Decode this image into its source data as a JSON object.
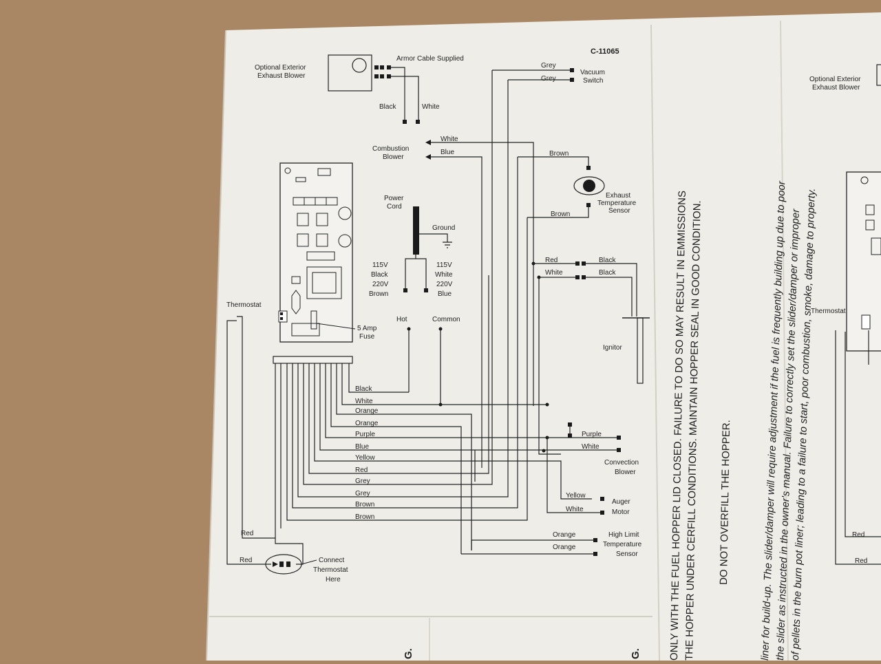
{
  "diagram": {
    "doc_code": "C-11065",
    "components": {
      "exhaust_blower": "Optional Exterior Exhaust Blower",
      "armor_cable": "Armor Cable Supplied",
      "vacuum_switch": "Vacuum Switch",
      "combustion_blower": "Combustion Blower",
      "exhaust_sensor": "Exhaust Temperature Sensor",
      "power_cord": "Power Cord",
      "ground": "Ground",
      "power_left": "115V Black 220V Brown",
      "power_right": "115V White 220V Blue",
      "hot": "Hot",
      "common": "Common",
      "thermostat": "Thermostat",
      "fuse": "5 Amp Fuse",
      "ignitor": "Ignitor",
      "convection_blower": "Convection Blower",
      "auger_motor": "Auger Motor",
      "high_limit": "High Limit Temperature Sensor",
      "connect_thermostat": "Connect Thermostat Here"
    },
    "wire_labels": {
      "black": "Black",
      "white": "White",
      "grey": "Grey",
      "blue": "Blue",
      "brown": "Brown",
      "red": "Red",
      "orange": "Orange",
      "purple": "Purple",
      "yellow": "Yellow"
    },
    "harness_wires": [
      "Black",
      "White",
      "Orange",
      "Orange",
      "Purple",
      "Blue",
      "Yellow",
      "Red",
      "Grey",
      "Grey",
      "Brown",
      "Brown"
    ]
  },
  "notes": {
    "line1": "ONLY WITH THE FUEL HOPPER LID CLOSED.  FAILURE TO DO SO MAY RESULT IN EMMISSIONS",
    "line2": "THE HOPPER UNDER CERFILL CONDITIONS.  MAINTAIN HOPPER SEAL IN GOOD CONDITION.",
    "line3": "DO NOT OVERFILL THE HOPPER.",
    "line4": "liner for build-up.  The slider/damper will require adjustment if the fuel is frequently building up due to poor",
    "line5": "the slider as instructed in the owner's manual.  Failure to correctly set the slider/damper or improper",
    "line6": "of pellets in the burn pot liner; leading to a failure to start, poor combustion, smoke, damage to property."
  },
  "right_page": {
    "exhaust_blower": "Optional Exterior Exhaust Blower",
    "thermostat": "Thermostat",
    "red": "Red"
  },
  "footer": {
    "left_fragment": "G.",
    "right_fragment": "G."
  }
}
